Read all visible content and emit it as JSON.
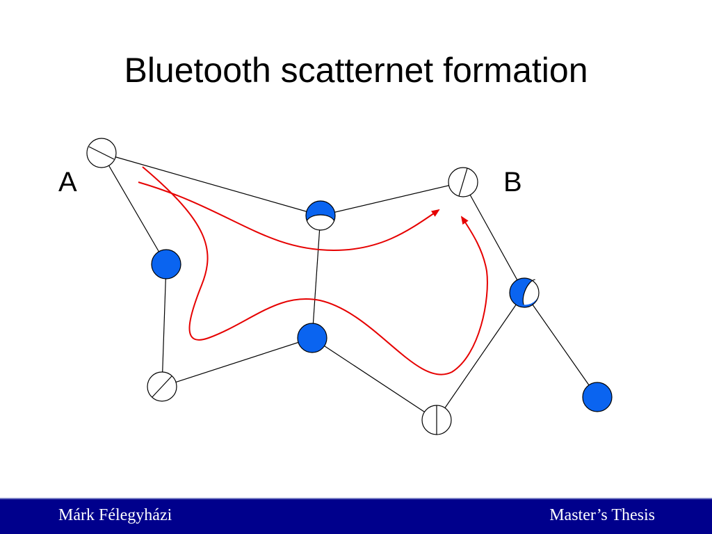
{
  "slide": {
    "title": "Bluetooth scatternet formation",
    "label_a": "A",
    "label_b": "B"
  },
  "footer": {
    "author": "Márk Félegyházi",
    "thesis": "Master’s Thesis"
  },
  "colors": {
    "node_fill": "#0a64f0",
    "path": "#e60000",
    "footer_bg": "#00008c"
  }
}
